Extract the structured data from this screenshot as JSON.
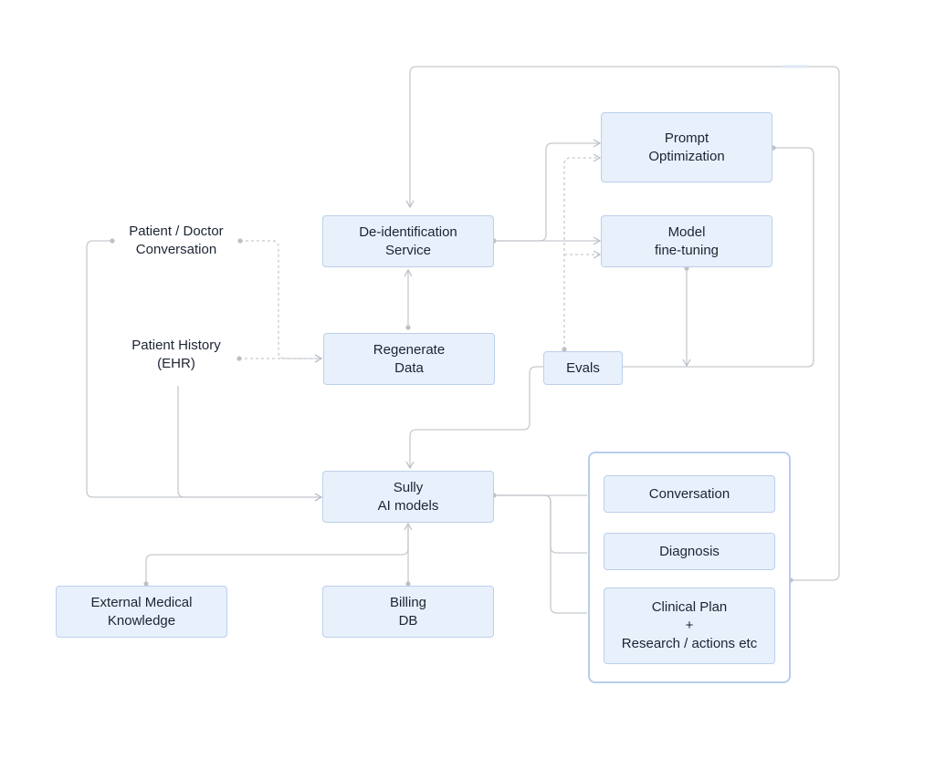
{
  "nodes": {
    "patient_doctor": [
      "Patient / Doctor",
      "Conversation"
    ],
    "patient_history": [
      "Patient History",
      "(EHR)"
    ],
    "deid": [
      "De-identification",
      "Service"
    ],
    "regenerate": [
      "Regenerate",
      "Data"
    ],
    "prompt_opt": [
      "Prompt",
      "Optimization"
    ],
    "model_ft": [
      "Model",
      "fine-tuning"
    ],
    "evals": [
      "Evals"
    ],
    "sully": [
      "Sully",
      "AI models"
    ],
    "external": [
      "External Medical",
      "Knowledge"
    ],
    "billing": [
      "Billing",
      "DB"
    ],
    "conversation": [
      "Conversation"
    ],
    "diagnosis": [
      "Diagnosis"
    ],
    "clinical_plan": [
      "Clinical Plan",
      "+",
      "Research / actions etc"
    ]
  },
  "colors": {
    "node_fill": "#e8f0fc",
    "node_border": "#bcd0ea",
    "group_border": "#b7cdec",
    "connector": "#c5c9cf",
    "text": "#1c2433"
  }
}
